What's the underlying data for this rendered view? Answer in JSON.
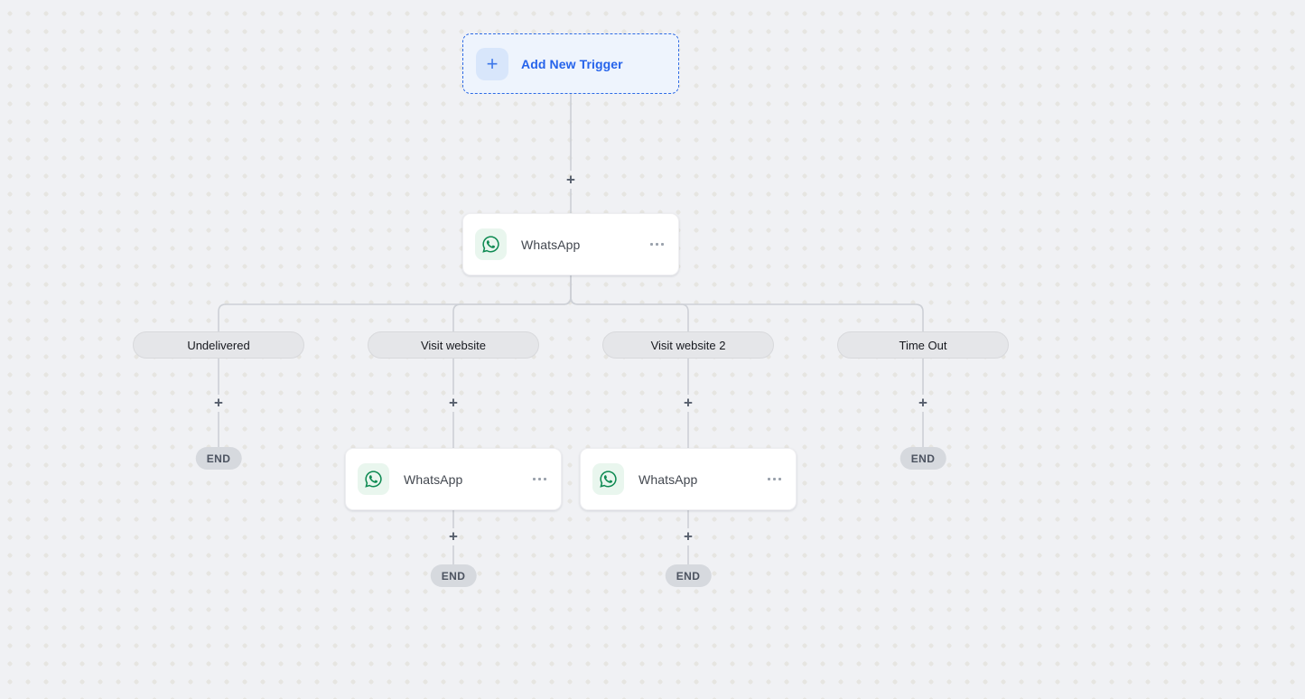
{
  "ui": {
    "plus": "+"
  },
  "colors": {
    "canvas_bg": "#f0f1f4",
    "dot": "#e6e5e1",
    "connector": "#cdd0d6",
    "accent_blue": "#2563eb",
    "whatsapp_green": "#0e8a52",
    "whatsapp_tile_bg": "#e9f6ee"
  },
  "icons": {
    "trigger_plus": "plus-icon",
    "node_app": "whatsapp-icon",
    "node_menu": "more-horizontal-icon",
    "add_step": "plus-icon"
  },
  "trigger": {
    "label": "Add New Trigger"
  },
  "root_node": {
    "label": "WhatsApp"
  },
  "branches": [
    {
      "label": "Undelivered",
      "end": "END"
    },
    {
      "label": "Visit website",
      "node_label": "WhatsApp",
      "end": "END"
    },
    {
      "label": "Visit website 2",
      "node_label": "WhatsApp",
      "end": "END"
    },
    {
      "label": "Time Out",
      "end": "END"
    }
  ]
}
